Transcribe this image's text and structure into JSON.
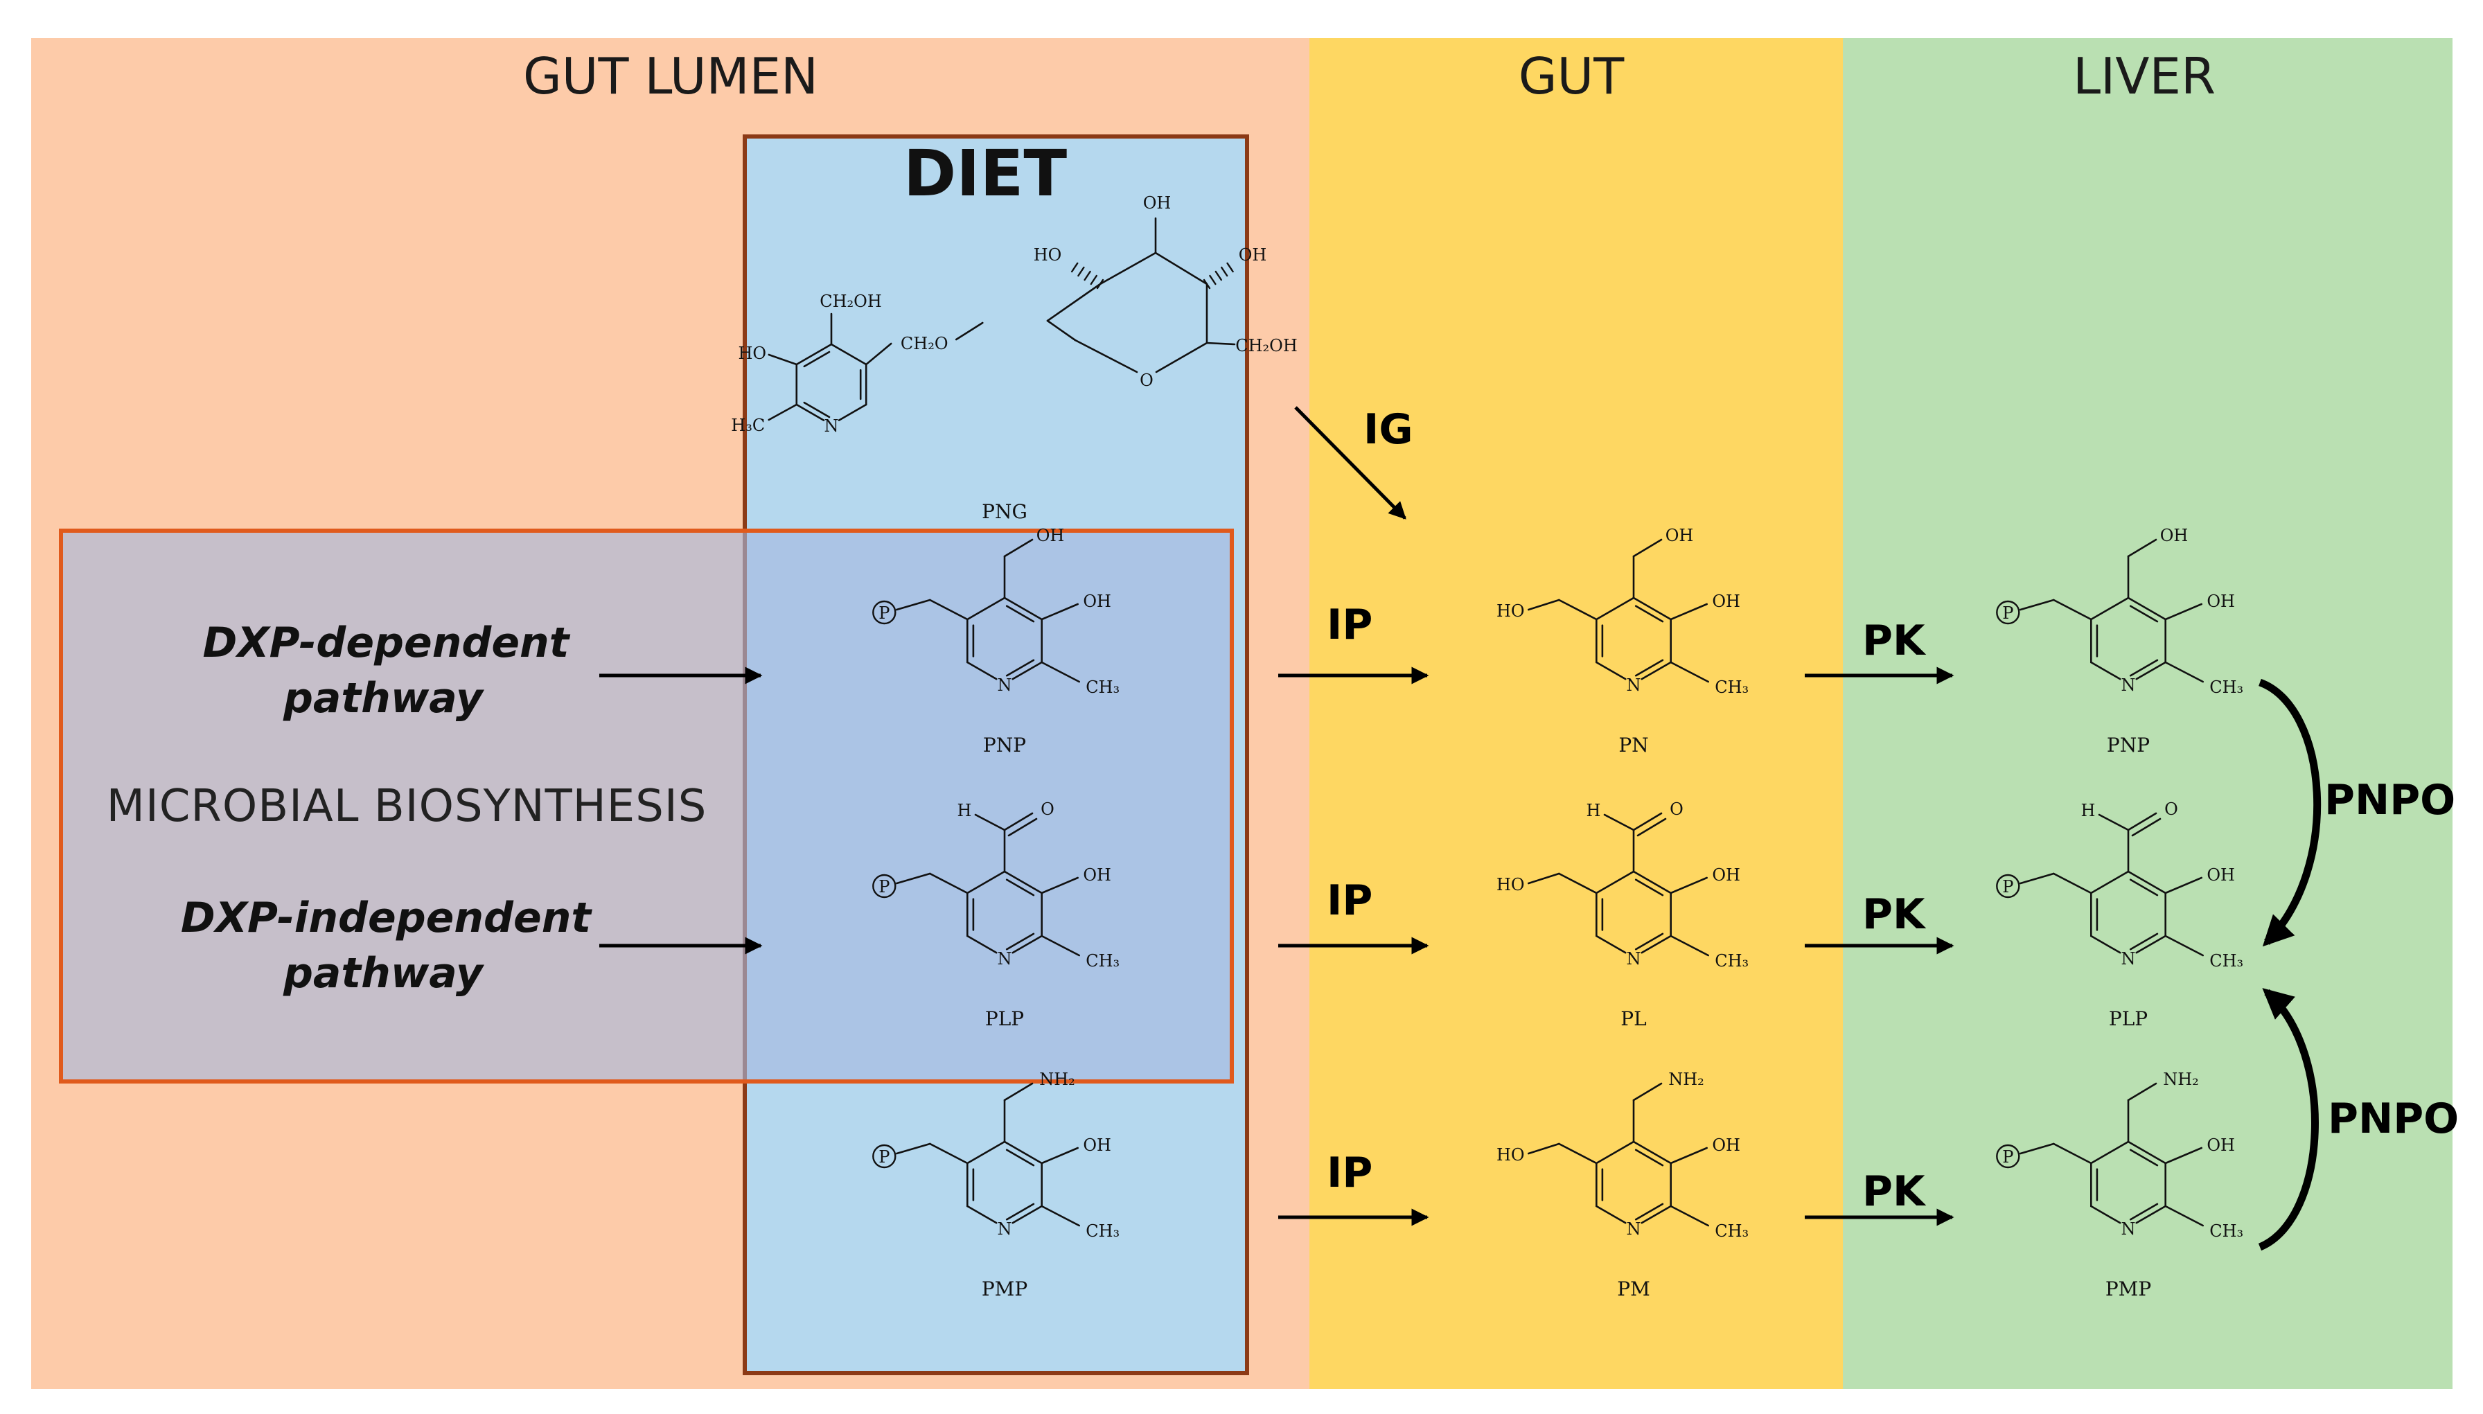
{
  "sections": {
    "gut_lumen": "GUT LUMEN",
    "gut": "GUT",
    "liver": "LIVER"
  },
  "colors": {
    "gut_lumen": "#fdcba9",
    "gut": "#fed762",
    "liver": "#bae0b2",
    "diet_box": "#b5d8ee",
    "microbial_box": "#aec7e7",
    "box_border_diet": "#8c3a16",
    "box_border_microbial": "#e05a1c"
  },
  "diet": {
    "title": "DIET",
    "png_label": "PNG"
  },
  "microbial": {
    "title": "MICROBIAL BIOSYNTHESIS",
    "dxp_dependent_line1": "DXP-dependent",
    "dxp_dependent_line2": "pathway",
    "dxp_independent_line1": "DXP-independent",
    "dxp_independent_line2": "pathway"
  },
  "lumen_molecules": [
    "PNP",
    "PLP",
    "PMP"
  ],
  "gut_molecules": [
    "PN",
    "PL",
    "PM"
  ],
  "liver_molecules": [
    "PNP",
    "PLP",
    "PMP"
  ],
  "enzymes": {
    "ig": "IG",
    "ip": "IP",
    "pk": "PK",
    "pnpo": "PNPO"
  },
  "atoms": {
    "oh": "OH",
    "ho": "HO",
    "ch2oh": "CH₂OH",
    "ch2o": "CH₂O",
    "ch3": "CH₃",
    "h3c": "H₃C",
    "nh2": "NH₂",
    "h": "H",
    "o": "O",
    "n": "N",
    "p": "P"
  }
}
